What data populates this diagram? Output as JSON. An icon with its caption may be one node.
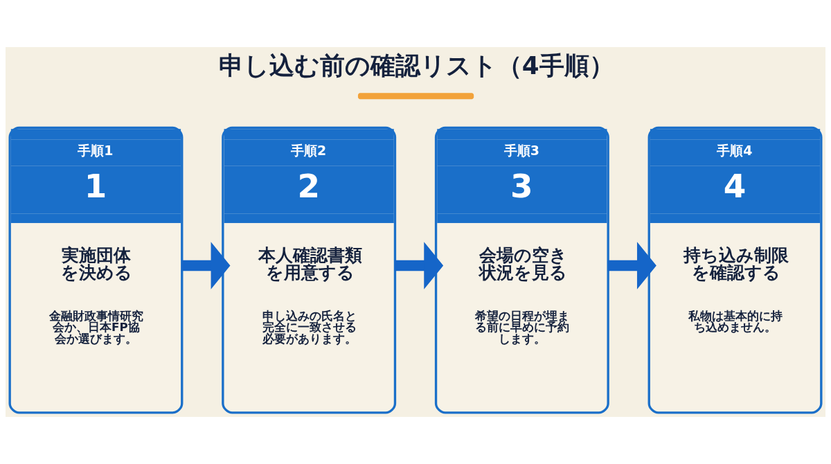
{
  "diagram": {
    "title": "申し込む前の確認リスト（4手順）",
    "nodes": [
      {
        "text": [
          "手順1",
          "1",
          "実施団体を決める",
          "金融財政事情研究会か、日本FP協会か選びます。"
        ]
      },
      {
        "text": [
          "手順2",
          "2",
          "本人確認書類を用意する",
          "申し込みの氏名と完全に一致させる必要があります。"
        ]
      },
      {
        "text": [
          "手順3",
          "3",
          "会場の空き状況を見る",
          "希望の日程が埋まる前に早めに予約します。"
        ]
      },
      {
        "text": [
          "手順4",
          "4",
          "持ち込み制限を確認する",
          "私物は基本的に持ち込めません。"
        ]
      }
    ],
    "edges": [
      {
        "from": 0,
        "to": 1,
        "arrow": "to"
      },
      {
        "from": 1,
        "to": 2,
        "arrow": "to"
      },
      {
        "from": 2,
        "to": 3,
        "arrow": "to"
      }
    ]
  }
}
